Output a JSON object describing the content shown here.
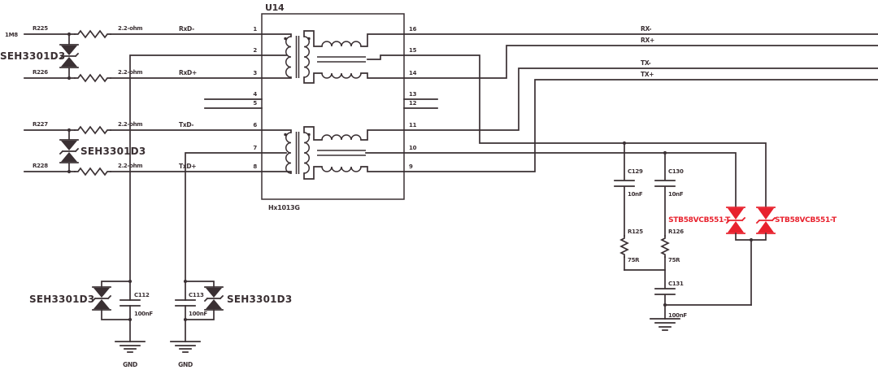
{
  "colors": {
    "line": "#3a3033",
    "red": "#e8212d",
    "background": "#ffffff"
  },
  "ic": {
    "ref": "U14",
    "part_number": "Hx1013G",
    "pins_left": [
      "1",
      "2",
      "3",
      "4",
      "5",
      "6",
      "7",
      "8"
    ],
    "pins_right": [
      "16",
      "15",
      "14",
      "13",
      "12",
      "11",
      "10",
      "9"
    ]
  },
  "nets_left": {
    "stub": "1M8",
    "rxd_minus": "RxD-",
    "rxd_plus": "RxD+",
    "txd_minus": "TxD-",
    "txd_plus": "TxD+"
  },
  "nets_right": {
    "rx_minus": "RX-",
    "rx_plus": "RX+",
    "tx_minus": "TX-",
    "tx_plus": "TX+"
  },
  "series_resistors": [
    {
      "ref": "R225",
      "value": "2.2-ohm"
    },
    {
      "ref": "R226",
      "value": "2.2-ohm"
    },
    {
      "ref": "R227",
      "value": "2.2-ohm"
    },
    {
      "ref": "R228",
      "value": "2.2-ohm"
    }
  ],
  "tvs_diodes": {
    "rx": "SEH3301D3",
    "tx": "SEH3301D3",
    "ct1": "SEH3301D3",
    "ct2": "SEH3301D3"
  },
  "center_tap_filters": [
    {
      "cap_ref": "C112",
      "cap_value": "100nF",
      "gnd_label": "GND"
    },
    {
      "cap_ref": "C113",
      "cap_value": "100nF",
      "gnd_label": "GND"
    }
  ],
  "bob_smith_termination": {
    "branch1": {
      "cap_ref": "C129",
      "cap_value": "10nF",
      "res_ref": "R125",
      "res_value": "75R"
    },
    "branch2": {
      "cap_ref": "C130",
      "cap_value": "10nF",
      "res_ref": "R126",
      "res_value": "75R"
    },
    "common_cap": {
      "ref": "C131",
      "value": "100nF"
    }
  },
  "red_tvs": {
    "left": "STB58VCB551-T",
    "right": "STB58VCB551-T"
  }
}
